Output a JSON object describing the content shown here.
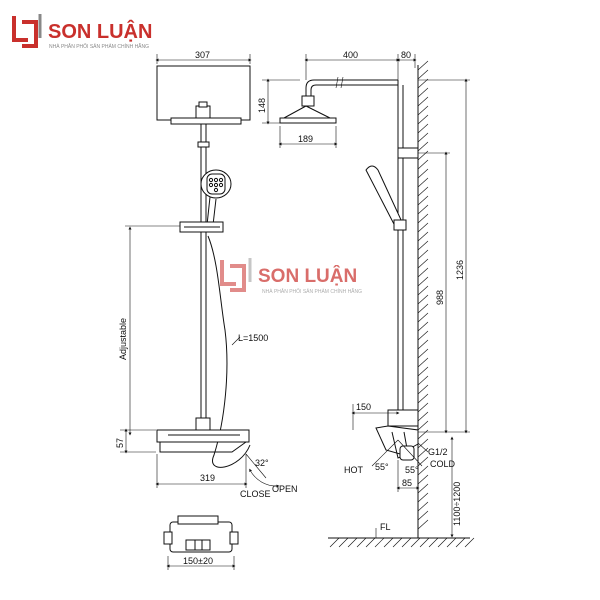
{
  "brand": {
    "name": "SON LUẬN",
    "tagline": "NHÀ PHÂN PHỐI SẢN PHẨM CHÍNH HÃNG",
    "color": "#c9302c"
  },
  "watermark": {
    "name": "SON LUẬN",
    "tagline": "NHÀ PHÂN PHỐI SẢN PHẨM CHÍNH HÃNG"
  },
  "front": {
    "top_width": "307",
    "adjustable": "Adjustable",
    "hose_length": "L=1500",
    "base_height": "57",
    "base_width": "319",
    "angle": "32°",
    "open": "OPEN",
    "close": "CLOSE"
  },
  "side": {
    "arm_length": "400",
    "wall_offset": "80",
    "head_height": "148",
    "head_width": "189",
    "total_height": "1236",
    "upper_height": "988",
    "mixer_width": "150",
    "thread": "G1/2",
    "hot": "HOT",
    "cold": "COLD",
    "angle_left": "55°",
    "angle_right": "55°",
    "mixer_depth": "85",
    "install_height": "1100÷1200",
    "floor": "FL"
  },
  "bottom": {
    "spacing": "150±20"
  }
}
